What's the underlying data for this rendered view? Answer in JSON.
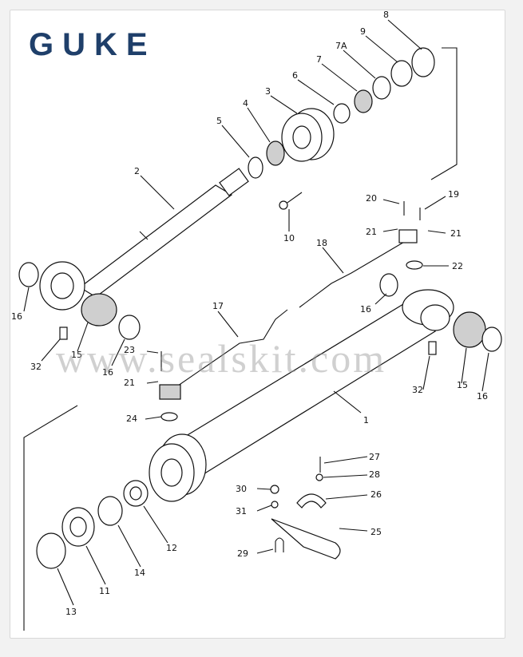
{
  "brand": {
    "logo_text": "GUKE"
  },
  "watermark": "www.sealskit.com",
  "part_labels": {
    "p1": "1",
    "p2": "2",
    "p3": "3",
    "p4": "4",
    "p5": "5",
    "p6": "6",
    "p7": "7",
    "p7a": "7A",
    "p8": "8",
    "p9": "9",
    "p10": "10",
    "p11": "11",
    "p12": "12",
    "p13": "13",
    "p14": "14",
    "p15a": "15",
    "p15b": "15",
    "p16a": "16",
    "p16b": "16",
    "p16c": "16",
    "p16d": "16",
    "p17": "17",
    "p18": "18",
    "p19": "19",
    "p20": "20",
    "p21a": "21",
    "p21b": "21",
    "p21c": "21",
    "p22": "22",
    "p23": "23",
    "p24": "24",
    "p25": "25",
    "p26": "26",
    "p27": "27",
    "p28": "28",
    "p29": "29",
    "p30": "30",
    "p31": "31",
    "p32a": "32",
    "p32b": "32"
  }
}
